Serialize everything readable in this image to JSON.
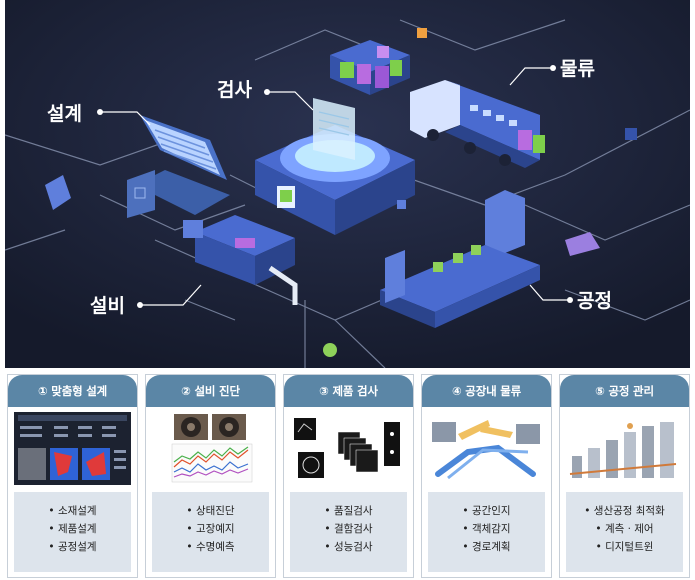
{
  "hero_labels": {
    "design": "설계",
    "inspection": "검사",
    "logistics": "물류",
    "equipment": "설비",
    "process": "공정"
  },
  "colors": {
    "hero_background": "#1c2236",
    "panel_header": "#5b86a6",
    "panel_list_background": "#dde4ec",
    "accent_purple": "#7a5fc9",
    "accent_green": "#8ed15a"
  },
  "panels": [
    {
      "title": "① 맞춤형 설계",
      "items": [
        "소재설계",
        "제품설계",
        "공정설계"
      ]
    },
    {
      "title": "② 설비 진단",
      "items": [
        "상태진단",
        "고장예지",
        "수명예측"
      ]
    },
    {
      "title": "③ 제품 검사",
      "items": [
        "품질검사",
        "결함검사",
        "성능검사"
      ]
    },
    {
      "title": "④ 공장내 물류",
      "items": [
        "공간인지",
        "객체감지",
        "경로계획"
      ]
    },
    {
      "title": "⑤ 공정 관리",
      "items": [
        "생산공정 최적화",
        "계측 · 제어",
        "디지털트윈"
      ]
    }
  ]
}
